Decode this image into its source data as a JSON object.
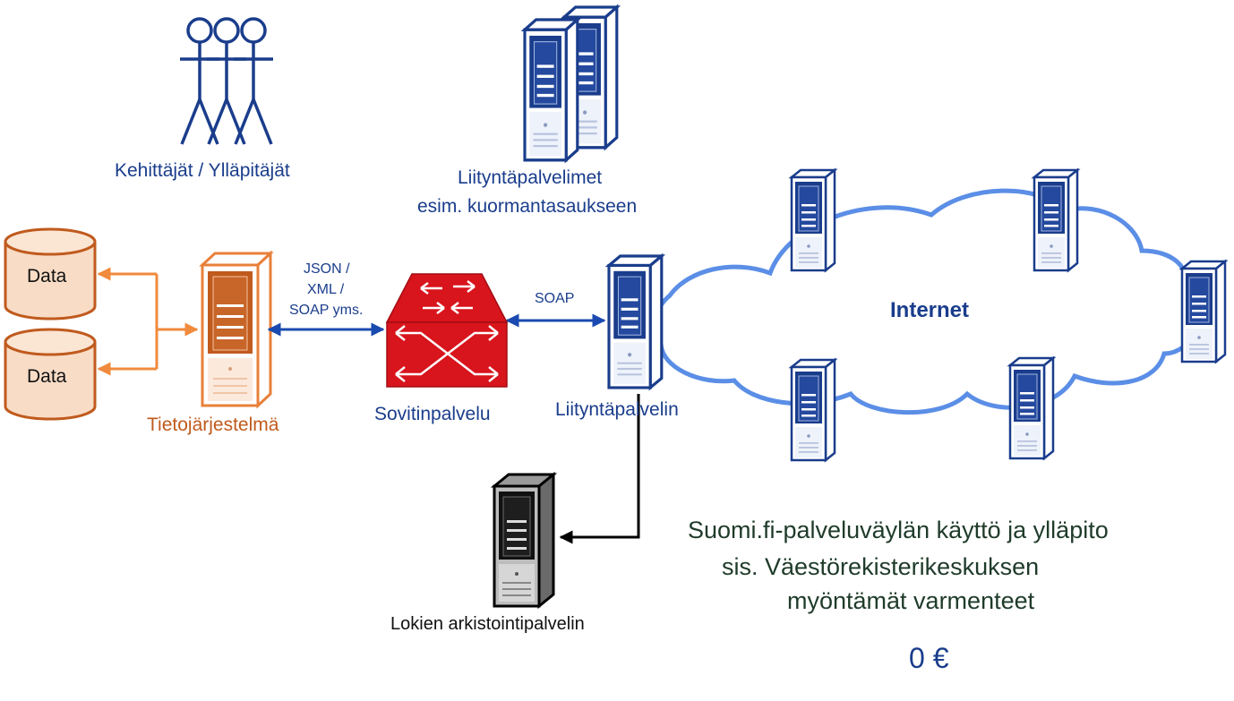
{
  "labels": {
    "developers": "Kehittäjät / Ylläpitäjät",
    "gateway_servers_line1": "Liityntäpalvelimet",
    "gateway_servers_line2": "esim. kuormantasaukseen",
    "data_top": "Data",
    "data_bottom": "Data",
    "information_system": "Tietojärjestelmä",
    "protocols_line1": "JSON /",
    "protocols_line2": "XML /",
    "protocols_line3": "SOAP yms.",
    "soap": "SOAP",
    "adapter_service": "Sovitinpalvelu",
    "gateway_server": "Liityntäpalvelin",
    "internet": "Internet",
    "log_archive": "Lokien arkistointipalvelin",
    "cost_line1": "Suomi.fi-palveluväylän käyttö ja ylläpito",
    "cost_line2": "sis. Väestörekisterikeskuksen",
    "cost_line3": "myöntämät varmenteet",
    "cost_value": "0 €"
  },
  "colors": {
    "blue": "#1a3d8c",
    "light_blue": "#5b8ee6",
    "orange": "#e8803a",
    "dark_orange": "#c05a1d",
    "red": "#d8141c",
    "black": "#111111"
  }
}
